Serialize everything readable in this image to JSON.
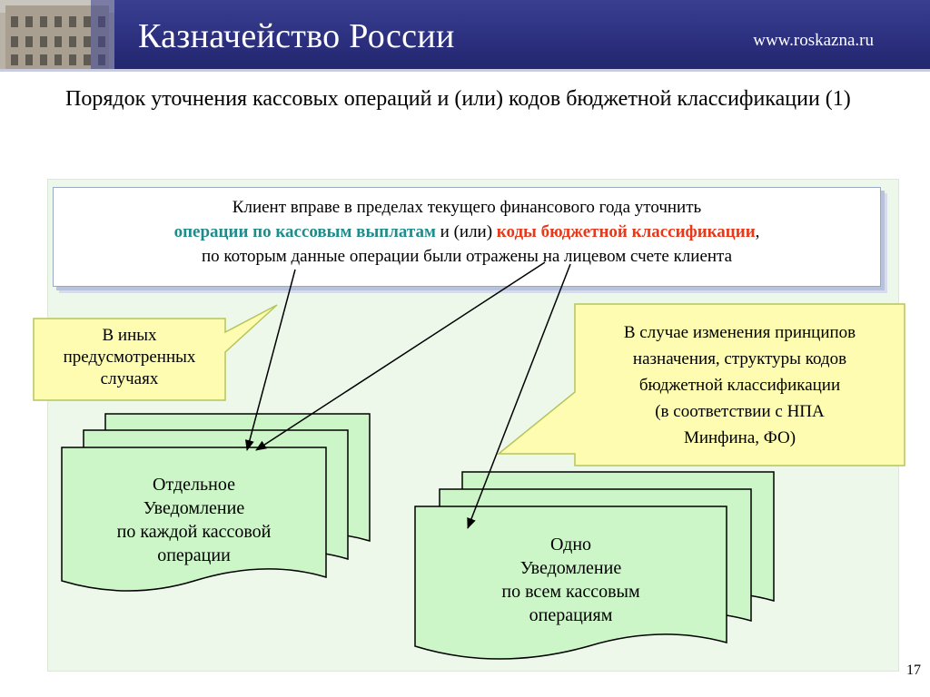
{
  "header": {
    "title": "Казначейство России",
    "url": "www.roskazna.ru"
  },
  "slide": {
    "title": "Порядок уточнения кассовых операций и (или) кодов бюджетной классификации (1)",
    "page_number": "17"
  },
  "top_box": {
    "line1": "Клиент вправе в пределах текущего финансового года уточнить",
    "teal_text": "операции по кассовым выплатам",
    "connector": " и (или) ",
    "red_text": "коды бюджетной классификации",
    "comma": ",",
    "line3": "по которым данные операции были отражены на лицевом счете клиента"
  },
  "callout_left": {
    "line1": "В иных",
    "line2": "предусмотренных",
    "line3": "случаях"
  },
  "callout_right": {
    "line1": "В случае изменения принципов",
    "line2": "назначения, структуры кодов",
    "line3": "бюджетной классификации",
    "line4": "(в соответствии с НПА",
    "line5": "Минфина, ФО)"
  },
  "doc_left": {
    "line1": "Отдельное",
    "line2": "Уведомление",
    "line3": "по каждой кассовой",
    "line4": "операции"
  },
  "doc_right": {
    "line1": "Одно",
    "line2": "Уведомление",
    "line3": "по всем кассовым",
    "line4": "операциям"
  },
  "colors": {
    "header_bg": "#2b2f7e",
    "panel_bg": "#eef8ea",
    "callout_fill": "#fdfcb0",
    "callout_border": "#b5c55c",
    "doc_fill": "#ccf5c8",
    "teal": "#1f8b8b",
    "red": "#e8381a"
  }
}
